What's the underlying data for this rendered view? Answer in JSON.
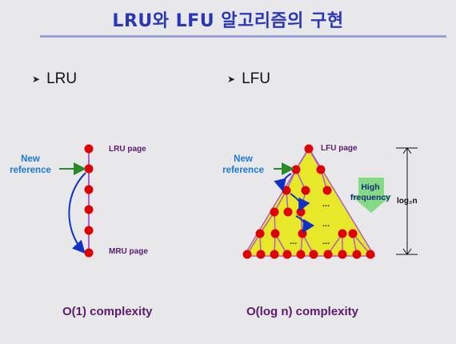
{
  "title": "LRU와 LFU 알고리즘의 구현",
  "lru": {
    "heading": "LRU",
    "new_reference": "New reference",
    "top_label": "LRU page",
    "bottom_label": "MRU page",
    "complexity": "O(1) complexity"
  },
  "lfu": {
    "heading": "LFU",
    "new_reference": "New reference",
    "top_label": "LFU page",
    "high_frequency": "High frequency",
    "height_label": "log₂n",
    "complexity": "O(log n) complexity",
    "dots": "..."
  },
  "colors": {
    "title": "#2a36b8",
    "node": "#e00000",
    "line": "#b05cc8",
    "triangle": "#e8e82a",
    "arrow_green": "#2a8a2a",
    "arrow_blue": "#1030c8",
    "label": "#5b1a6e",
    "new_reference": "#1a78d8"
  }
}
